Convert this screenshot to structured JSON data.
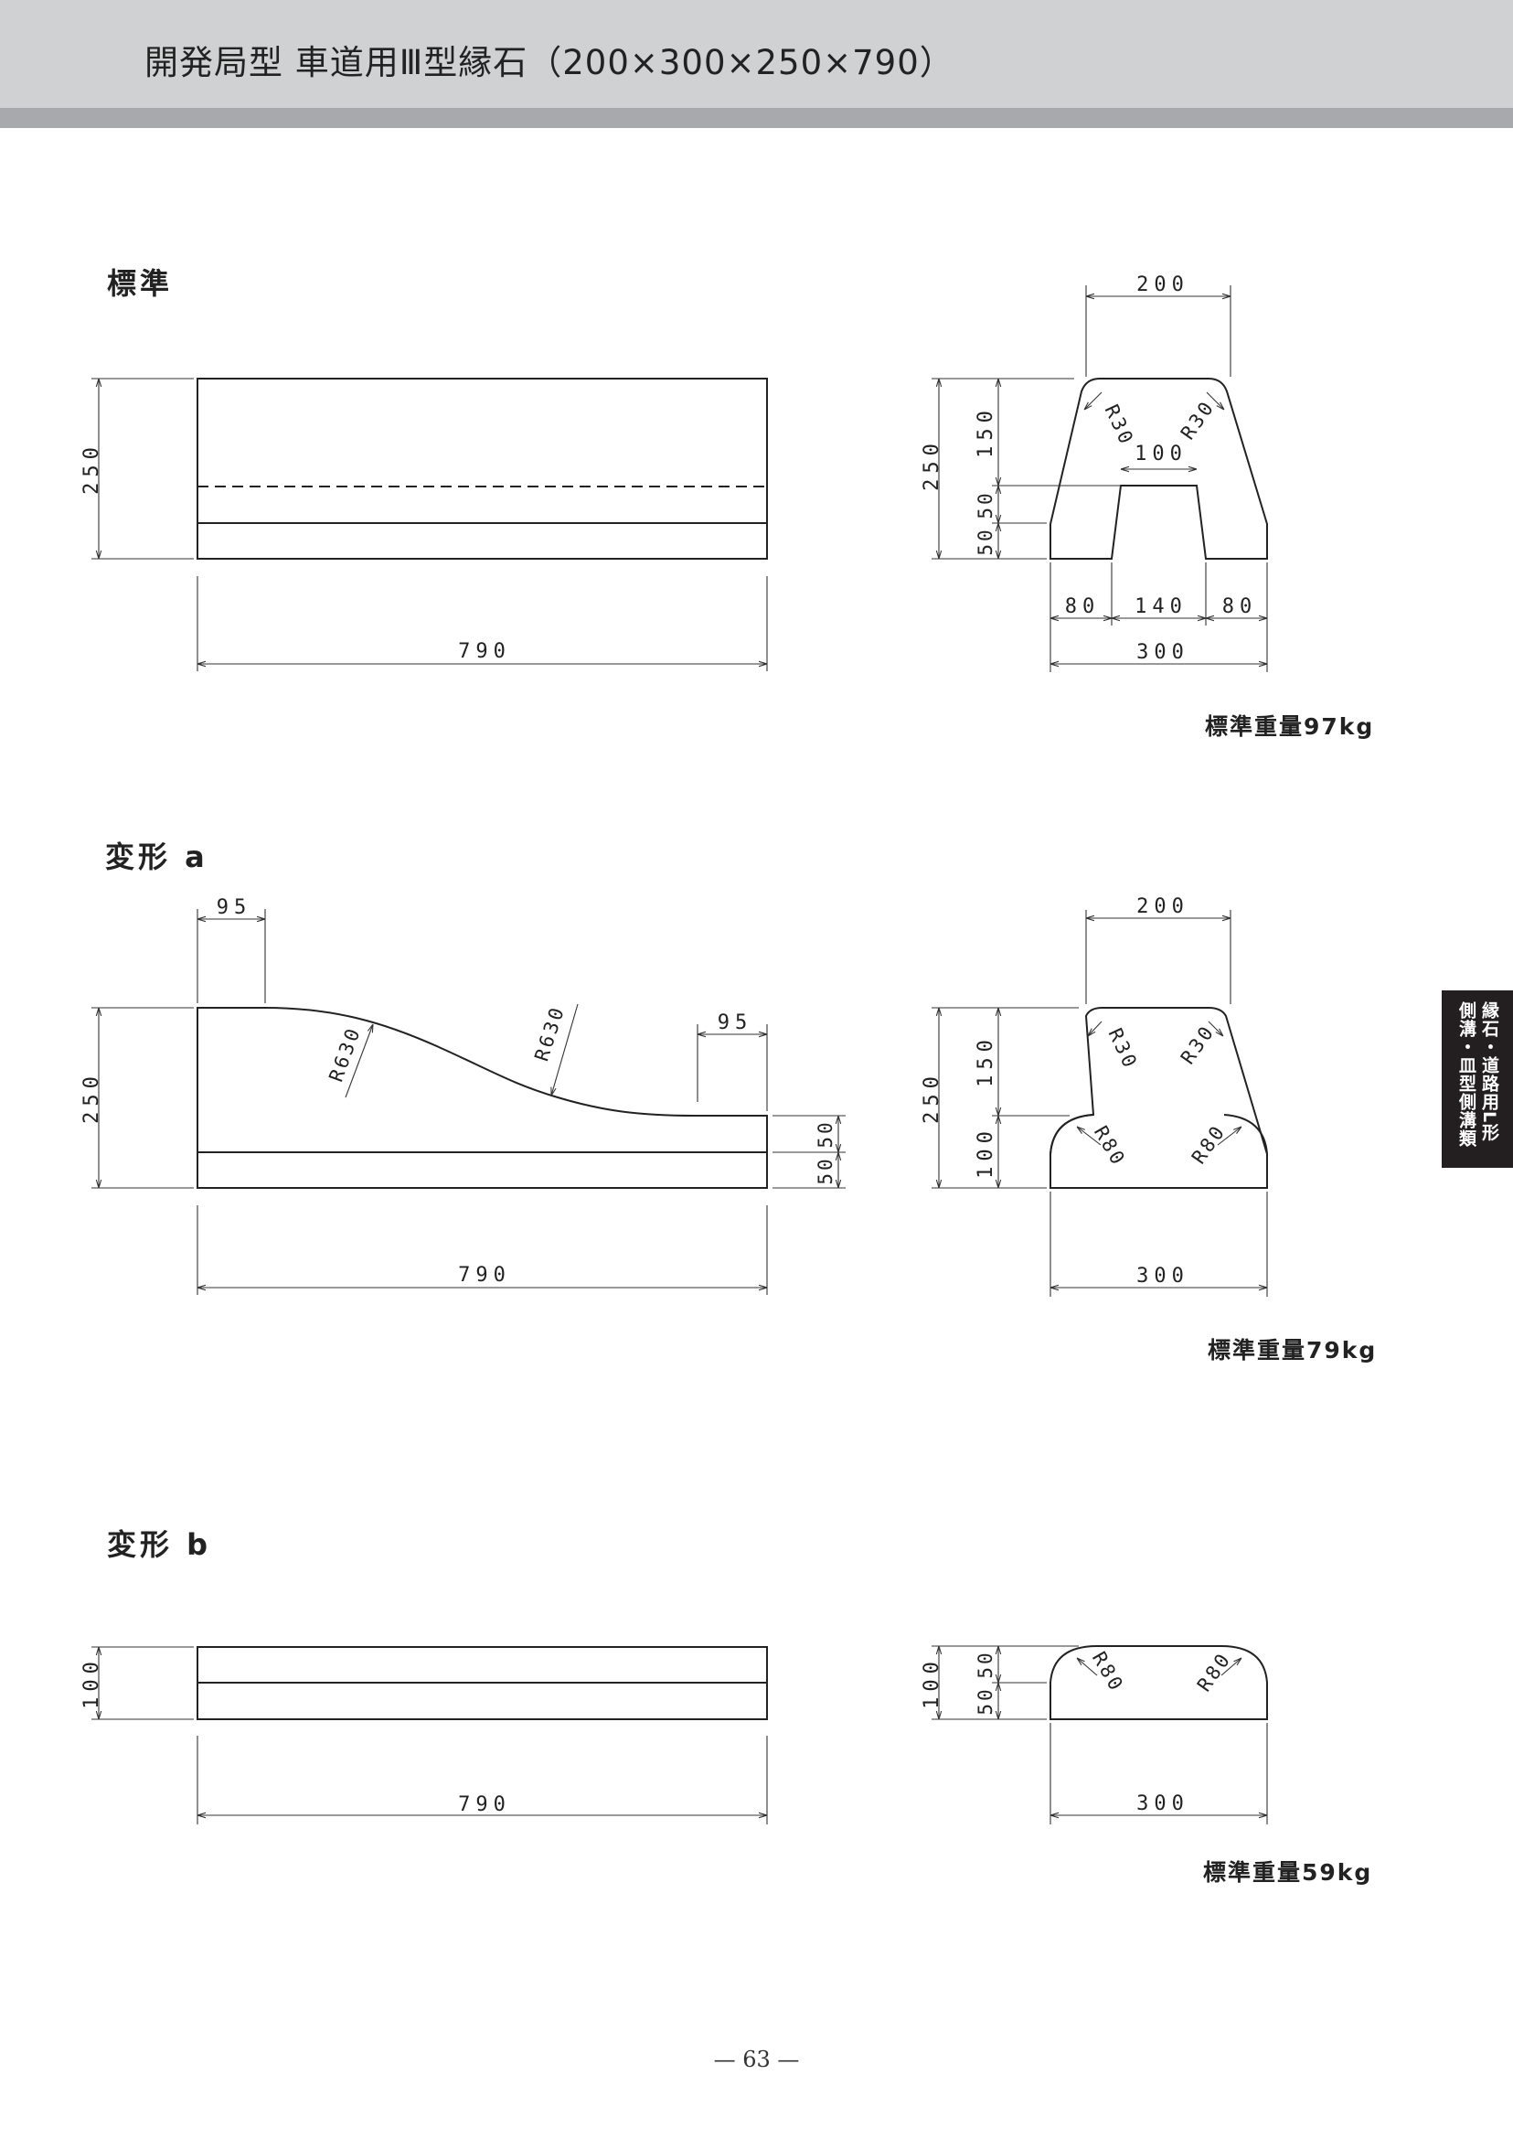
{
  "header": {
    "title": "開発局型  車道用Ⅲ型縁石（200×300×250×790）"
  },
  "sections": {
    "standard": {
      "label": "標準",
      "weight": "標準重量97kg",
      "dims": {
        "height": "250",
        "length": "790",
        "top_width": "200",
        "upper_height": "150",
        "slot_width": "100",
        "radius_left": "R30",
        "radius_right": "R30",
        "lower_a": "50",
        "lower_b": "50",
        "foot_left": "80",
        "slot_bottom": "140",
        "foot_right": "80",
        "base_width": "300"
      }
    },
    "variant_a": {
      "label": "変形 a",
      "weight": "標準重量79kg",
      "dims": {
        "left_offset": "95",
        "right_offset": "95",
        "radius_1": "R630",
        "radius_2": "R630",
        "height": "250",
        "length": "790",
        "end_a": "50",
        "end_b": "50",
        "top_width": "200",
        "upper_height": "150",
        "lower_height": "100",
        "radius_top_left": "R30",
        "radius_top_right": "R30",
        "radius_bottom_left": "R80",
        "radius_bottom_right": "R80",
        "base_width": "300"
      }
    },
    "variant_b": {
      "label": "変形 b",
      "weight": "標準重量59kg",
      "dims": {
        "height": "100",
        "length": "790",
        "part_a": "50",
        "part_b": "50",
        "radius_left": "R80",
        "radius_right": "R80",
        "base_width": "300"
      }
    }
  },
  "side_tab": {
    "line1": "縁石・道路用L形",
    "line2": "側溝・皿型側溝類"
  },
  "page_number": "— 63 —"
}
